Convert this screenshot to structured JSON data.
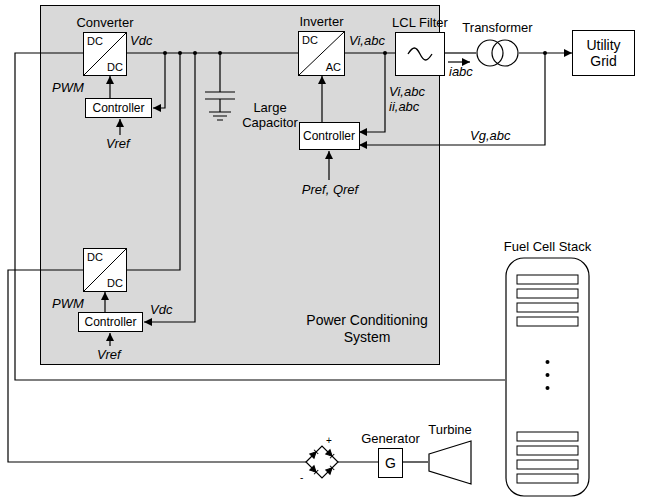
{
  "diagram": {
    "nodes": [
      {
        "text": [
          "Power Conditioning System"
        ]
      },
      {
        "text": [
          "Converter",
          "DC",
          "DC"
        ],
        "in": 0
      },
      {
        "text": [
          "Controller"
        ],
        "in": 0
      },
      {
        "text": [
          "Inverter",
          "DC",
          "AC"
        ],
        "in": 0
      },
      {
        "text": [
          "Controller"
        ],
        "in": 0
      },
      {
        "text": [
          "DC",
          "DC"
        ],
        "in": 0
      },
      {
        "text": [
          "Controller"
        ],
        "in": 0
      },
      {
        "text": [
          "LCL Filter"
        ]
      },
      {
        "text": [
          "Transformer"
        ]
      },
      {
        "text": [
          "Utility Grid"
        ]
      },
      {
        "text": [
          "Fuel Cell Stack"
        ]
      },
      {
        "text": [
          "Generator",
          "G"
        ]
      },
      {
        "text": [
          "Turbine"
        ]
      }
    ],
    "edges": [
      {
        "from": 1,
        "to": 3,
        "arrow": "none"
      },
      {
        "from": 3,
        "to": 7,
        "arrow": "none"
      },
      {
        "from": 7,
        "to": 8,
        "arrow": "none"
      },
      {
        "from": 8,
        "to": 9,
        "arrow": "to"
      },
      {
        "from": 2,
        "to": 1,
        "label": "PWM",
        "arrow": "to"
      },
      {
        "from": 4,
        "to": 3,
        "arrow": "to"
      },
      {
        "from": 6,
        "to": 5,
        "label": "PWM",
        "arrow": "to"
      },
      {
        "from": 10,
        "to": 1,
        "arrow": "none"
      },
      {
        "from": 12,
        "to": 11,
        "arrow": "none"
      }
    ],
    "labels": [
      "Vdc",
      "Vi,abc",
      "iabc",
      "Vref",
      "Vi,abc",
      "ii,abc",
      "Vg,abc",
      "Pref, Qref",
      "Large Capacitor",
      "Vdc",
      "Vref",
      "+",
      "-"
    ]
  }
}
